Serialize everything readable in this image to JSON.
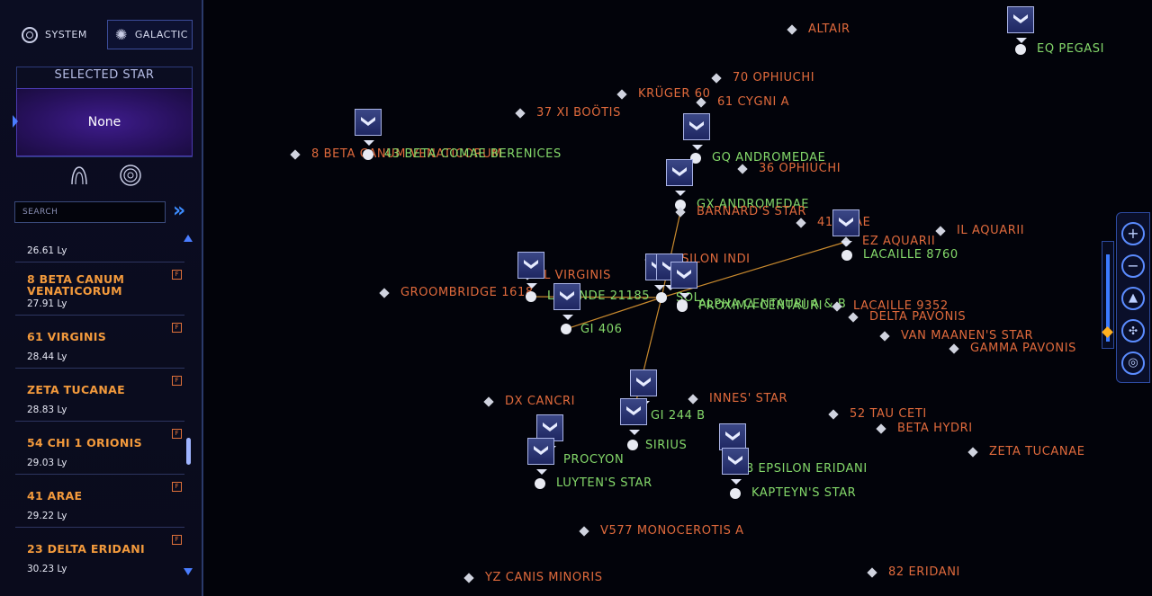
{
  "view_tabs": {
    "system": "SYSTEM",
    "galactic": "GALACTIC",
    "active": "galactic"
  },
  "selected_star": {
    "title": "SELECTED STAR",
    "value": "None"
  },
  "search": {
    "placeholder": "SEARCH"
  },
  "star_list": {
    "first_distance": "26.61 Ly",
    "items": [
      {
        "name": "8 BETA CANUM VENATICORUM",
        "distance": "27.91 Ly"
      },
      {
        "name": "61 VIRGINIS",
        "distance": "28.44 Ly"
      },
      {
        "name": "ZETA TUCANAE",
        "distance": "28.83 Ly"
      },
      {
        "name": "54 CHI 1 ORIONIS",
        "distance": "29.03 Ly"
      },
      {
        "name": "41 ARAE",
        "distance": "29.22 Ly"
      },
      {
        "name": "23 DELTA ERIDANI",
        "distance": "30.23 Ly"
      }
    ],
    "flag_glyph": "F"
  },
  "map": {
    "colors": {
      "orange_label": "#e06a3c",
      "green_label": "#84d86a",
      "route": "#c98a2e"
    },
    "stars": [
      {
        "name": "ALTAIR",
        "color": "orange",
        "marker": "diamond"
      },
      {
        "name": "EQ PEGASI",
        "color": "green",
        "marker": "dot"
      },
      {
        "name": "70 OPHIUCHI",
        "color": "orange",
        "marker": "diamond"
      },
      {
        "name": "KRÜGER 60",
        "color": "orange",
        "marker": "diamond"
      },
      {
        "name": "61 CYGNI A",
        "color": "orange",
        "marker": "diamond"
      },
      {
        "name": "37 XI BOÖTIS",
        "color": "orange",
        "marker": "diamond"
      },
      {
        "name": "8 BETA CANUM VENATICORUM",
        "color": "orange",
        "marker": "diamond"
      },
      {
        "name": "43 BETA COMAE BERENICES",
        "color": "green",
        "marker": "dot"
      },
      {
        "name": "GQ ANDROMEDAE",
        "color": "green",
        "marker": "dot"
      },
      {
        "name": "36 OPHIUCHI",
        "color": "orange",
        "marker": "diamond"
      },
      {
        "name": "GX ANDROMEDAE",
        "color": "green",
        "marker": "dot"
      },
      {
        "name": "BARNARD'S STAR",
        "color": "orange",
        "marker": "diamond"
      },
      {
        "name": "41 ARAE",
        "color": "orange",
        "marker": "diamond"
      },
      {
        "name": "IL AQUARII",
        "color": "orange",
        "marker": "diamond"
      },
      {
        "name": "EZ AQUARII",
        "color": "orange",
        "marker": "diamond"
      },
      {
        "name": "LACAILLE 8760",
        "color": "green",
        "marker": "dot"
      },
      {
        "name": "EPSILON INDI",
        "color": "orange",
        "marker": "diamond"
      },
      {
        "name": "FL VIRGINIS",
        "color": "orange",
        "marker": "diamond"
      },
      {
        "name": "GROOMBRIDGE 1618",
        "color": "orange",
        "marker": "diamond"
      },
      {
        "name": "LALANDE 21185",
        "color": "green",
        "marker": "dot"
      },
      {
        "name": "SOL",
        "color": "green",
        "marker": "dot"
      },
      {
        "name": "ALPHA CENTAURI A & B",
        "color": "green",
        "marker": "dot"
      },
      {
        "name": "PROXIMA CENTAURI",
        "color": "green",
        "marker": "dot"
      },
      {
        "name": "LACAILLE 9352",
        "color": "orange",
        "marker": "diamond"
      },
      {
        "name": "DELTA PAVONIS",
        "color": "orange",
        "marker": "diamond"
      },
      {
        "name": "GI 406",
        "color": "green",
        "marker": "dot"
      },
      {
        "name": "VAN MAANEN'S STAR",
        "color": "orange",
        "marker": "diamond"
      },
      {
        "name": "GAMMA PAVONIS",
        "color": "orange",
        "marker": "diamond"
      },
      {
        "name": "DX CANCRI",
        "color": "orange",
        "marker": "diamond"
      },
      {
        "name": "INNES' STAR",
        "color": "orange",
        "marker": "diamond"
      },
      {
        "name": "GI 244 B",
        "color": "green",
        "marker": "dot"
      },
      {
        "name": "52 TAU CETI",
        "color": "orange",
        "marker": "diamond"
      },
      {
        "name": "BETA HYDRI",
        "color": "orange",
        "marker": "diamond"
      },
      {
        "name": "SIRIUS",
        "color": "green",
        "marker": "dot"
      },
      {
        "name": "ZETA TUCANAE",
        "color": "orange",
        "marker": "diamond"
      },
      {
        "name": "PROCYON",
        "color": "green",
        "marker": "dot"
      },
      {
        "name": "18 EPSILON ERIDANI",
        "color": "green",
        "marker": "dot"
      },
      {
        "name": "LUYTEN'S STAR",
        "color": "green",
        "marker": "dot"
      },
      {
        "name": "KAPTEYN'S STAR",
        "color": "green",
        "marker": "dot"
      },
      {
        "name": "V577 MONOCEROTIS A",
        "color": "orange",
        "marker": "diamond"
      },
      {
        "name": "YZ CANIS MINORIS",
        "color": "orange",
        "marker": "diamond"
      },
      {
        "name": "82 ERIDANI",
        "color": "orange",
        "marker": "diamond"
      }
    ]
  },
  "controls": {
    "zoom_in": "+",
    "zoom_out": "−",
    "zoom_level_fraction": 0.05,
    "icons": [
      "zoom-in-icon",
      "zoom-out-icon",
      "navigate-icon",
      "network-icon",
      "target-icon"
    ]
  }
}
